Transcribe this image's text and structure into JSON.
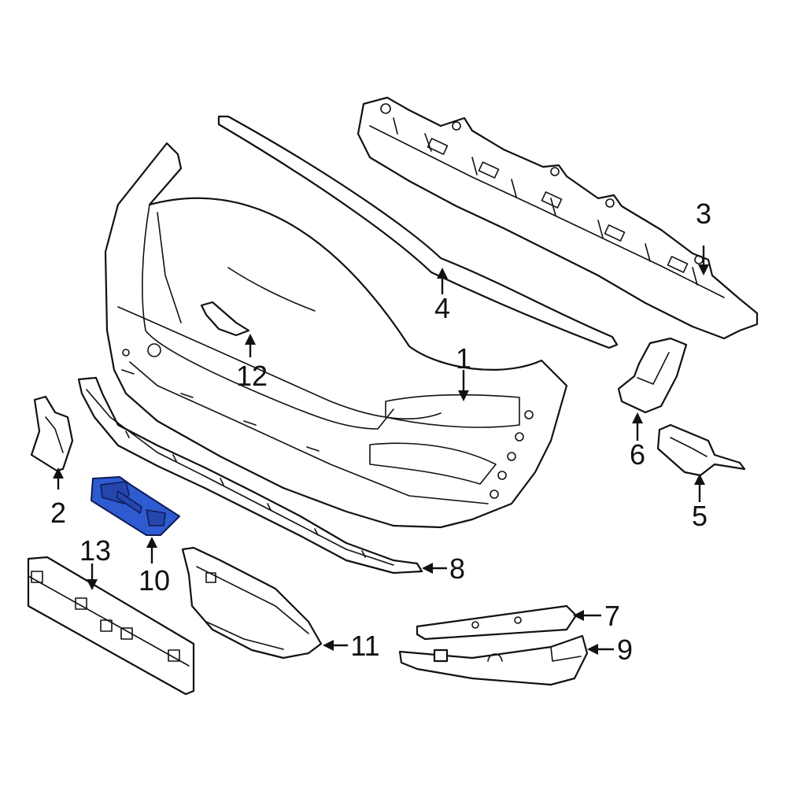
{
  "diagram": {
    "highlight_color": "#2f5bd0",
    "callouts": [
      {
        "id": "c1",
        "label": "1"
      },
      {
        "id": "c2",
        "label": "2"
      },
      {
        "id": "c3",
        "label": "3"
      },
      {
        "id": "c4",
        "label": "4"
      },
      {
        "id": "c5",
        "label": "5"
      },
      {
        "id": "c6",
        "label": "6"
      },
      {
        "id": "c7",
        "label": "7"
      },
      {
        "id": "c8",
        "label": "8"
      },
      {
        "id": "c9",
        "label": "9"
      },
      {
        "id": "c10",
        "label": "10"
      },
      {
        "id": "c11",
        "label": "11"
      },
      {
        "id": "c12",
        "label": "12"
      },
      {
        "id": "c13",
        "label": "13"
      }
    ]
  }
}
